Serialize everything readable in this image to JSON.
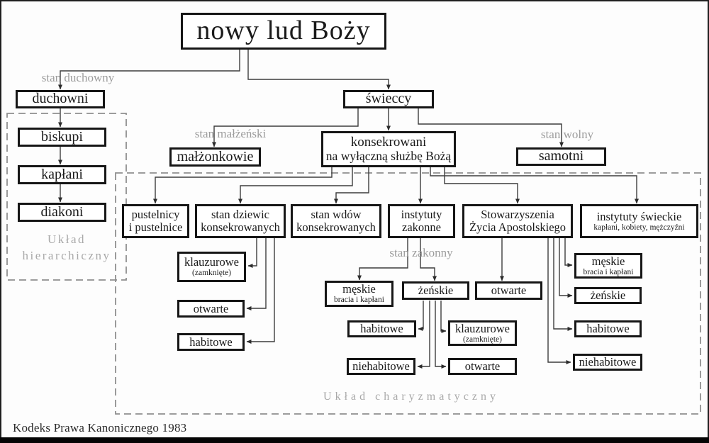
{
  "diagram": {
    "caption": "Kodeks Prawa Kanonicznego 1983",
    "edge_labels": {
      "stan_duchowny": "stan duchowny",
      "stan_malzenski": "stan małżeński",
      "stan_wolny": "stan wolny",
      "stan_zakonny": "stan zakonny"
    },
    "group_labels": {
      "uklad_hierarchiczny_1": "Układ",
      "uklad_hierarchiczny_2": "hierarchiczny",
      "uklad_charyzmatyczny": "Układ charyzmatyczny"
    },
    "nodes": {
      "title": {
        "lines": [
          "nowy lud Boży"
        ]
      },
      "duchowni": {
        "lines": [
          "duchowni"
        ]
      },
      "swieccy": {
        "lines": [
          "świeccy"
        ]
      },
      "biskupi": {
        "lines": [
          "biskupi"
        ]
      },
      "kaplani": {
        "lines": [
          "kapłani"
        ]
      },
      "diakoni": {
        "lines": [
          "diakoni"
        ]
      },
      "malzonkowie": {
        "lines": [
          "małżonkowie"
        ]
      },
      "konsekrowani": {
        "lines": [
          "konsekrowani",
          "na wyłączną służbę Bożą"
        ]
      },
      "samotni": {
        "lines": [
          "samotni"
        ]
      },
      "pustelnicy": {
        "lines": [
          "pustelnicy",
          "i pustelnice"
        ]
      },
      "stan_dziewic": {
        "lines": [
          "stan dziewic",
          "konsekrowanych"
        ]
      },
      "stan_wdow": {
        "lines": [
          "stan wdów",
          "konsekrowanych"
        ]
      },
      "instytuty_zakonne": {
        "lines": [
          "instytuty",
          "zakonne"
        ]
      },
      "stowarzyszenia": {
        "lines": [
          "Stowarzyszenia",
          "Życia Apostolskiego"
        ]
      },
      "instytuty_swieckie": {
        "lines": [
          "instytuty świeckie"
        ],
        "sub": "kapłani, kobiety, mężczyźni"
      },
      "dz_klauzurowe": {
        "lines": [
          "klauzurowe"
        ],
        "sub": "(zamknięte)"
      },
      "dz_otwarte": {
        "lines": [
          "otwarte"
        ]
      },
      "dz_habitowe": {
        "lines": [
          "habitowe"
        ]
      },
      "zak_meskie": {
        "lines": [
          "męskie"
        ],
        "sub": "bracia i kapłani"
      },
      "zak_zenskie": {
        "lines": [
          "żeńskie"
        ]
      },
      "stow_otwarte": {
        "lines": [
          "otwarte"
        ]
      },
      "zen_habitowe": {
        "lines": [
          "habitowe"
        ]
      },
      "zen_klauzurowe": {
        "lines": [
          "klauzurowe"
        ],
        "sub": "(zamknięte)"
      },
      "zen_niehabitowe": {
        "lines": [
          "niehabitowe"
        ]
      },
      "zen_otwarte": {
        "lines": [
          "otwarte"
        ]
      },
      "sw_meskie": {
        "lines": [
          "męskie"
        ],
        "sub": "bracia i kapłani"
      },
      "sw_zenskie": {
        "lines": [
          "żeńskie"
        ]
      },
      "sw_habitowe": {
        "lines": [
          "habitowe"
        ]
      },
      "sw_niehabitowe": {
        "lines": [
          "niehabitowe"
        ]
      }
    },
    "colors": {
      "line": "#3d3d3d",
      "box_border": "#161616",
      "gray_label": "#9c9c9c",
      "dashed_frame": "#8f8f8f"
    }
  }
}
